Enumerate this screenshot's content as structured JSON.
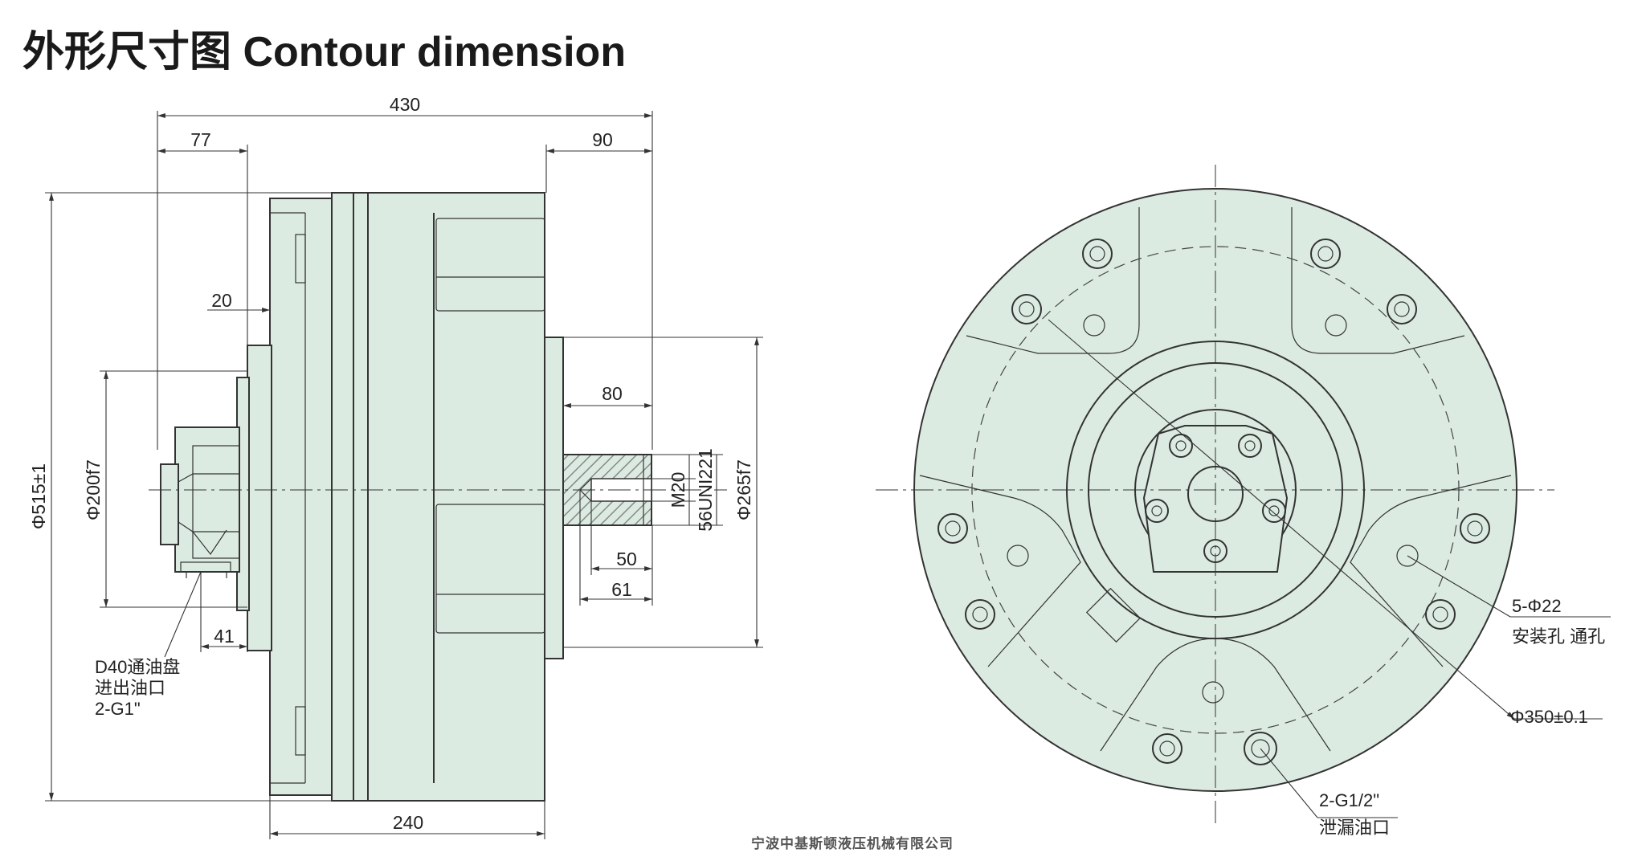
{
  "title": "外形尺寸图  Contour dimension",
  "company": "宁波中基斯顿液压机械有限公司",
  "colors": {
    "body_fill": "#dcebe1",
    "line": "#333333",
    "hatch": "#888888"
  },
  "dimensions": {
    "overall_length": "430",
    "rear_length": "77",
    "shaft_length": "90",
    "rear_small": "20",
    "shaft_80": "80",
    "shaft_50": "50",
    "shaft_61": "61",
    "rear_41": "41",
    "body_length": "240",
    "outer_diameter": "Φ515±1",
    "pilot_diameter": "Φ200f7",
    "shaft_pilot_diameter": "Φ265f7",
    "thread_m20": "M20",
    "spline": "56UNI221"
  },
  "notes": {
    "oil_port": [
      "D40通油盘",
      "进出油口",
      "2-G1\""
    ],
    "mount_holes": [
      "5-Φ22",
      "安装孔 通孔"
    ],
    "pcd": "Φ350±0.1",
    "drain_port": [
      "2-G1/2\"",
      "泄漏油口"
    ]
  }
}
